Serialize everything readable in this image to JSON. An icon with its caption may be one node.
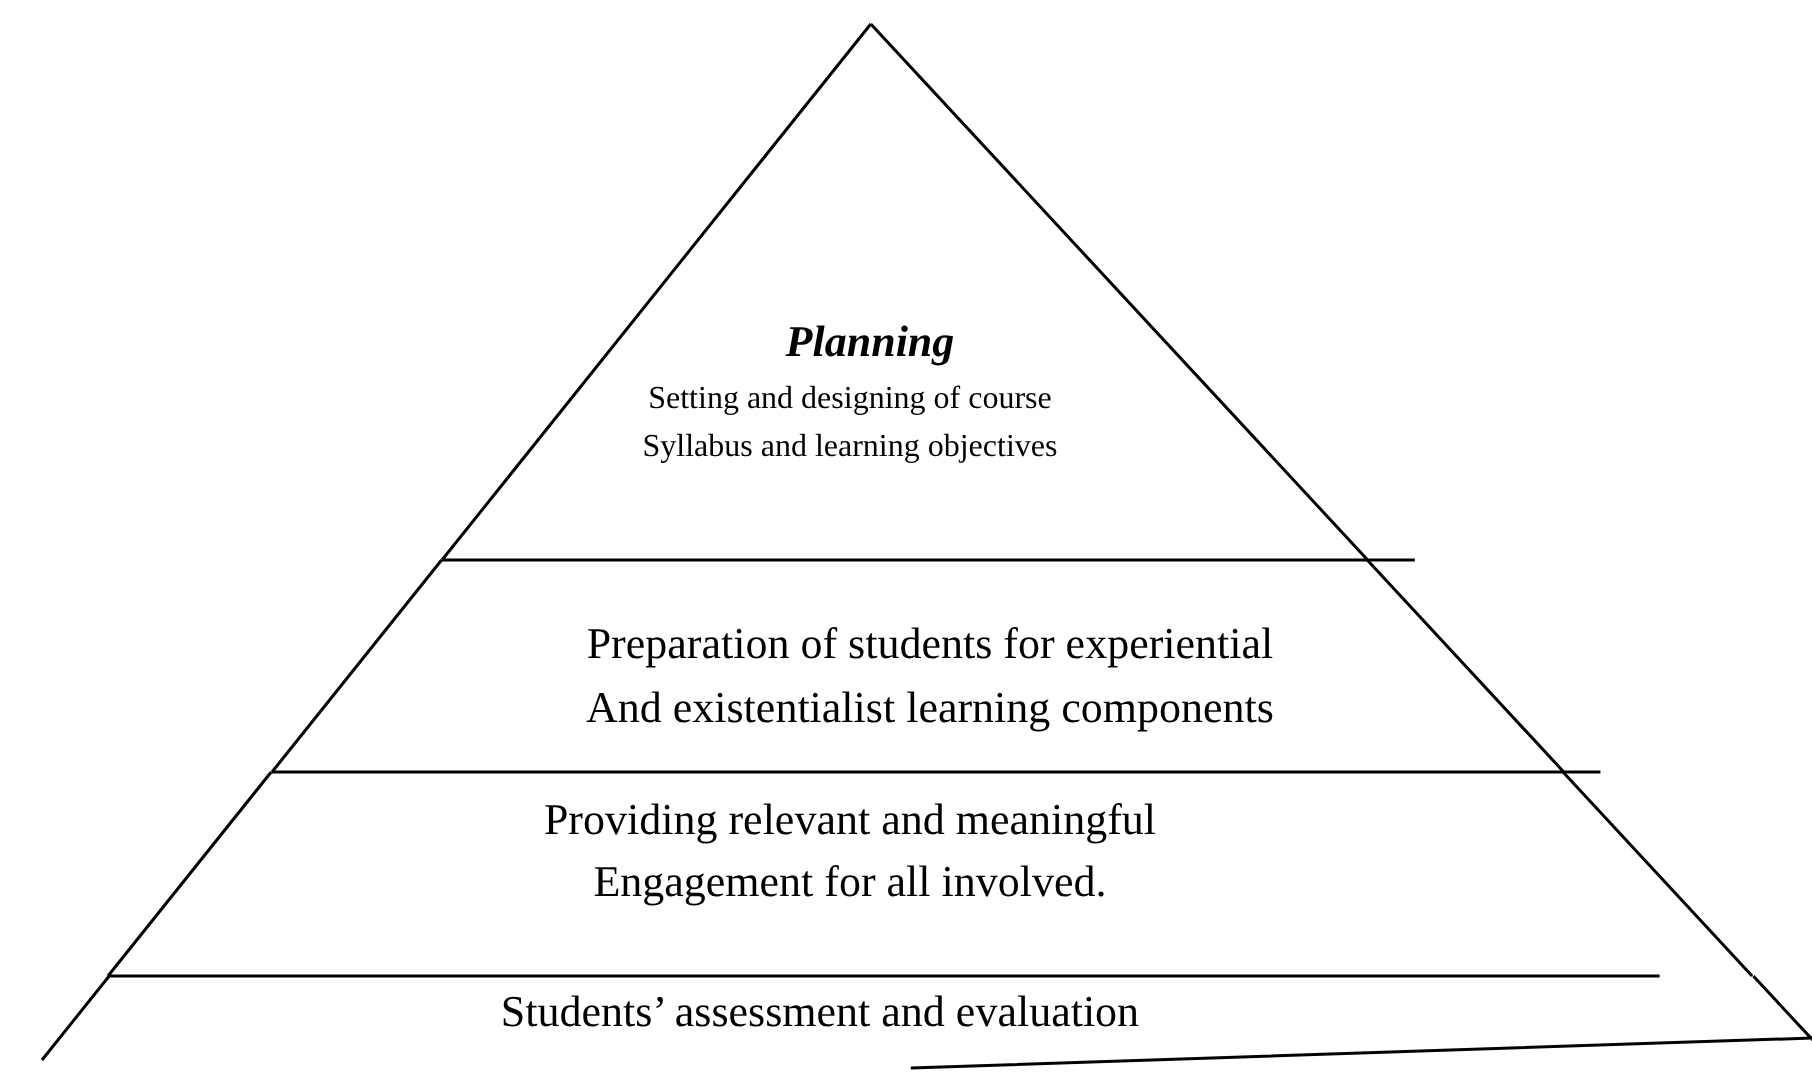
{
  "diagram": {
    "nodes": [
      {
        "text": [
          "Planning",
          "Setting and designing of course Syllabus and learning objectives"
        ]
      },
      {
        "text": [
          "Preparation of students for experiential And existentialist learning components"
        ]
      },
      {
        "text": [
          "Providing relevant and meaningful Engagement for all involved."
        ]
      },
      {
        "text": [
          "Students’ assessment and evaluation"
        ]
      }
    ]
  }
}
